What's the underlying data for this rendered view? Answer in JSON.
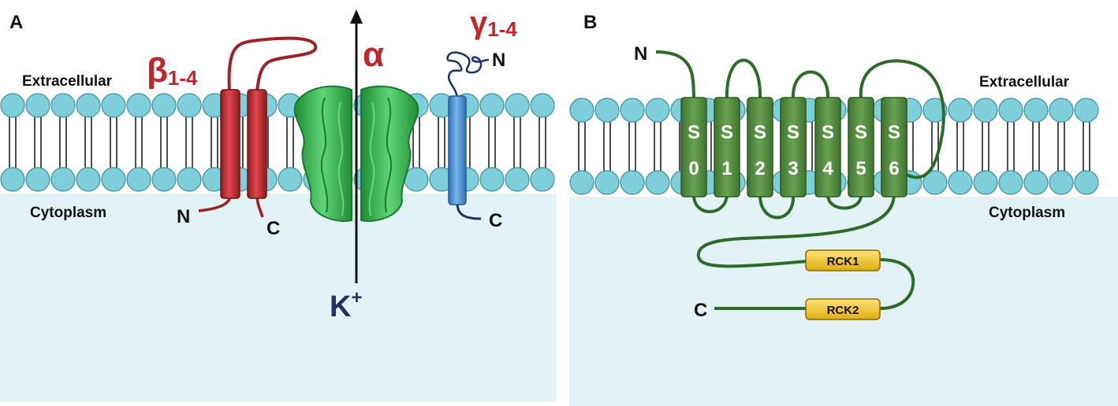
{
  "panels": {
    "a": {
      "letter": "A",
      "extracellular": "Extracellular",
      "cytoplasm": "Cytoplasm",
      "beta_symbol": "β",
      "beta_sub": "1-4",
      "alpha": "α",
      "gamma_symbol": "γ",
      "gamma_sub": "1-4",
      "beta_n": "N",
      "beta_c": "C",
      "gamma_n": "N",
      "gamma_c": "C",
      "ion": "K",
      "ion_charge": "+"
    },
    "b": {
      "letter": "B",
      "extracellular": "Extracellular",
      "cytoplasm": "Cytoplasm",
      "n_terminus": "N",
      "c_terminus": "C",
      "segments": [
        {
          "top": "S",
          "bottom": "0"
        },
        {
          "top": "S",
          "bottom": "1"
        },
        {
          "top": "S",
          "bottom": "2"
        },
        {
          "top": "S",
          "bottom": "3"
        },
        {
          "top": "S",
          "bottom": "4"
        },
        {
          "top": "S",
          "bottom": "5"
        },
        {
          "top": "S",
          "bottom": "6"
        }
      ],
      "rck1": "RCK1",
      "rck2": "RCK2"
    }
  },
  "colors": {
    "lipid_head": "#7fcfdb",
    "cytoplasm_bg": "#e2f2f5",
    "beta": "#c0272d",
    "alpha_channel": "#2fb34a",
    "gamma": "#4a8fd6",
    "navy": "#1d3263",
    "segment": "#4f8a3a",
    "loop": "#2e6b2a",
    "rck": "#f2c81c"
  }
}
